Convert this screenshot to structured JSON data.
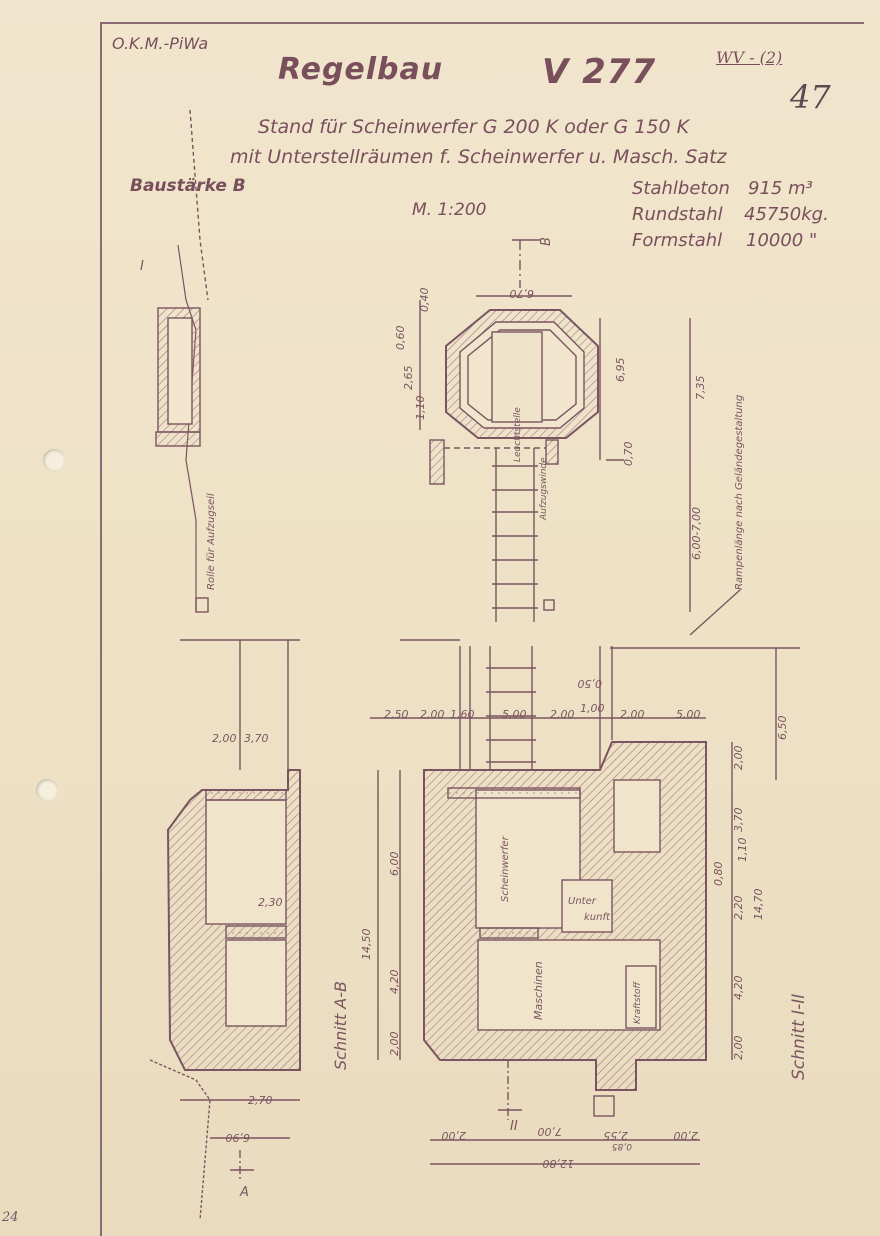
{
  "header": {
    "org": "O.K.M.-PiWa",
    "title_left": "Regelbau",
    "title_right": "V 277",
    "ref": "WV - (2)",
    "page_no": "47",
    "subtitle_1": "Stand für Scheinwerfer G 200 K oder G 150 K",
    "subtitle_2": "mit Unterstellräumen f. Scheinwerfer u. Masch. Satz",
    "baustaerke": "Baustärke B",
    "scale": "M. 1:200"
  },
  "quantities": [
    {
      "label": "Stahlbeton",
      "value": "915 m³"
    },
    {
      "label": "Rundstahl",
      "value": "45750kg."
    },
    {
      "label": "Formstahl",
      "value": "10000 \""
    }
  ],
  "section_labels": {
    "section_ab": "Schnitt A-B",
    "section_1_2": "Schnitt I-II",
    "marker_b": "B",
    "marker_a": "A",
    "marker_1": "I",
    "marker_2": "II"
  },
  "room_labels": {
    "leuchtstelle": "Leuchtstelle",
    "aufzugswinde": "Aufzugswinde",
    "scheinwerfer": "Scheinwerfer",
    "unterkunft_1": "Unter",
    "unterkunft_2": "kunft",
    "maschinen": "Maschinen",
    "kraftstoff": "Kraftstoff",
    "rolle": "Rolle für Aufzugseil",
    "rampe": "Rampenlänge nach Geländegestaltung"
  },
  "dimensions": {
    "d670": "6,70",
    "d040": "0,40",
    "d060": "0,60",
    "d265": "2,65",
    "d110": "1,10",
    "d695": "6,95",
    "d735": "7,35",
    "d070": "0,70",
    "d600_700": "6,00-7,00",
    "d050a": "0,50",
    "d250": "2,50",
    "d200a": "2,00",
    "d160": "1,60",
    "d100": "1,00",
    "d200b": "2,00",
    "d500": "5,00",
    "d200c": "2,00",
    "d500b": "5,00",
    "d650": "6,50",
    "d200d": "2,00",
    "d370": "3,70",
    "d1450": "14,50",
    "d600": "6,00",
    "d420": "4,20",
    "d200e": "2,00",
    "d080": "0,80",
    "d220": "2,20",
    "d1470": "14,70",
    "d200f": "2,00",
    "d420b": "4,20",
    "d200g": "2,00",
    "d370b": "3,70",
    "d110b": "1,10",
    "d230": "2,30",
    "d270": "2,70",
    "d690": "6,90",
    "d200h": "2,00",
    "d700": "7,00",
    "d255": "2,55",
    "d200i": "2,00",
    "d085": "0,85",
    "d1280": "12,80"
  },
  "footer": {
    "stamp": "24"
  }
}
